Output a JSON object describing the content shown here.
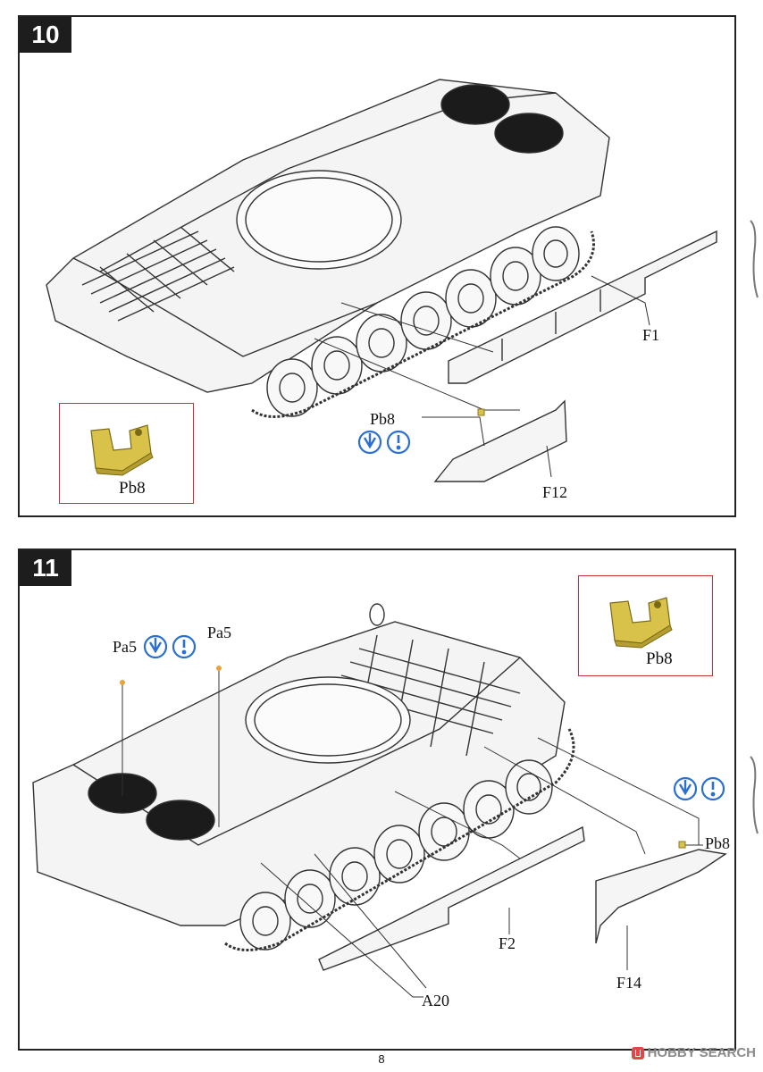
{
  "steps": [
    {
      "number": "10",
      "labels": {
        "f1": "F1",
        "pb8": "Pb8",
        "f12": "F12"
      },
      "detail": {
        "label": "Pb8"
      }
    },
    {
      "number": "11",
      "labels": {
        "pa5_left": "Pa5",
        "pa5_right": "Pa5",
        "pb8": "Pb8",
        "f2": "F2",
        "f14": "F14",
        "a20": "A20"
      },
      "detail": {
        "label": "Pb8"
      }
    }
  ],
  "page_number": "8",
  "watermark": {
    "text": "HOBBY SEARCH"
  },
  "colors": {
    "part_yellow": "#d9c24a",
    "icon_blue": "#2a6fd1",
    "detail_border": "#c8333b"
  },
  "icons": [
    "glue-down-icon",
    "glue-tip-icon"
  ]
}
